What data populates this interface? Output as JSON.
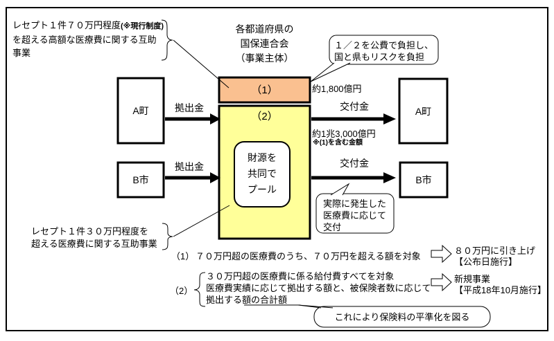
{
  "colors": {
    "box1_fill": "#FAC090",
    "box2_fill": "#FFFF99",
    "line": "#000000",
    "background": "#FFFFFF"
  },
  "note70": {
    "main": "レセプト１件７０万円程度",
    "paren": "(※現行制度)",
    "line2": "を超える高額な医療費に関する互助",
    "line3": "事業"
  },
  "org": {
    "line1": "各都道府県の",
    "line2": "国保連合会",
    "line3": "（事業主体）"
  },
  "bubble_public": {
    "line1": "１／２を公費で負担し、",
    "line2": "国と県もリスクを負担"
  },
  "box1": {
    "label": "（1）"
  },
  "box2": {
    "label": "（2）"
  },
  "pool": {
    "line1": "財源を",
    "line2": "共同で",
    "line3": "プール"
  },
  "amounts": {
    "box1": "約1,800億円",
    "box2": "約1兆3,000億円",
    "box2_note": "※(1)を含む金額"
  },
  "municipalities": {
    "left_a": "A町",
    "left_b": "B市",
    "right_a": "A町",
    "right_b": "B市"
  },
  "flows": {
    "contribution": "拠出金",
    "grant": "交付金"
  },
  "bubble_actual": {
    "line1": "実際に発生した",
    "line2": "医療費に応じて",
    "line3": "交付"
  },
  "note30": {
    "line1": "レセプト１件３０万円程度を",
    "line2": "超える医療費に関する互助事業"
  },
  "items": {
    "i1_label": "（1）",
    "i1_text": "７０万円超の医療費のうち、７０万円を超える額を対象",
    "i2_label": "（2）",
    "i2_line1": "３０万円超の医療費に係る給付費すべてを対象",
    "i2_line2": "医療費実績に応じて拠出する額と、被保険者数に応じて",
    "i2_line3": "拠出する額の合計額"
  },
  "outcomes": {
    "o1_line1": "８０万円に引き上げ",
    "o1_line2": "【公布日施行】",
    "o2_line1": "新規事業",
    "o2_line2": "【平成18年10月施行】"
  },
  "bubble_leveling": "これにより保険料の平準化を図る"
}
